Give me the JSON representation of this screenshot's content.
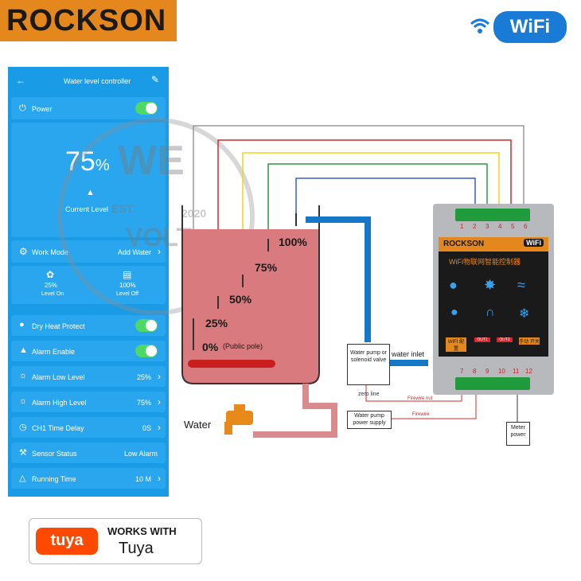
{
  "brand": {
    "logo_text": "ROCKSON",
    "wifi_text": "WiFi"
  },
  "app": {
    "title": "Water level controller",
    "power_label": "Power",
    "level_value": "75",
    "level_unit": "%",
    "level_caption": "Current Level",
    "work_mode": {
      "label": "Work Mode",
      "value": "Add Water"
    },
    "level_on": {
      "value": "25%",
      "caption": "Level On"
    },
    "level_off": {
      "value": "100%",
      "caption": "Level Off"
    },
    "rows": [
      {
        "label": "Dry Heat Protect",
        "toggle": true
      },
      {
        "label": "Alarm Enable",
        "toggle": true
      },
      {
        "label": "Alarm Low Level",
        "value": "25%"
      },
      {
        "label": "Alarm High Level",
        "value": "75%"
      },
      {
        "label": "CH1 Time Delay",
        "value": "0S"
      },
      {
        "label": "Sensor Status",
        "value": "Low Alarm"
      },
      {
        "label": "Running Time",
        "value": "10 M"
      }
    ]
  },
  "watermark": {
    "line1": "WE",
    "line2": "EST.",
    "line3": "2020",
    "line4": "VOLT"
  },
  "diagram": {
    "probe_labels": [
      "100%",
      "75%",
      "50%",
      "25%",
      "0%"
    ],
    "public_pole": "(Public pole)",
    "water_label": "Water",
    "pump_box": "Water pump or solenoid valve",
    "water_inlet": "water inlet",
    "zero_line": "zero line",
    "firewire_out": "Firewire out",
    "firewire": "Firewire",
    "pump_supply": "Water pump power supply",
    "meter_power": "Meter power",
    "controller_brand": "ROCKSON",
    "controller_wifi": "WiFi",
    "controller_subtitle": "WiFi物联网智能控制器",
    "top_terminals": [
      "1",
      "2",
      "3",
      "4",
      "5",
      "6"
    ],
    "bottom_terminals": [
      "7",
      "8",
      "9",
      "10",
      "11",
      "12"
    ],
    "btn_wifi": "WIFI 配置",
    "btn_out1": "OUT1",
    "btn_out2": "OUT2",
    "btn_manual": "手动 开关"
  },
  "tuya": {
    "logo_text": "tuya",
    "works_with": "WORKS WITH",
    "name": "Tuya"
  },
  "colors": {
    "app_bg": "#1a9be6",
    "toggle_on": "#4cd964",
    "tank_water": "#d97a7e",
    "brand_orange": "#e4871c"
  }
}
